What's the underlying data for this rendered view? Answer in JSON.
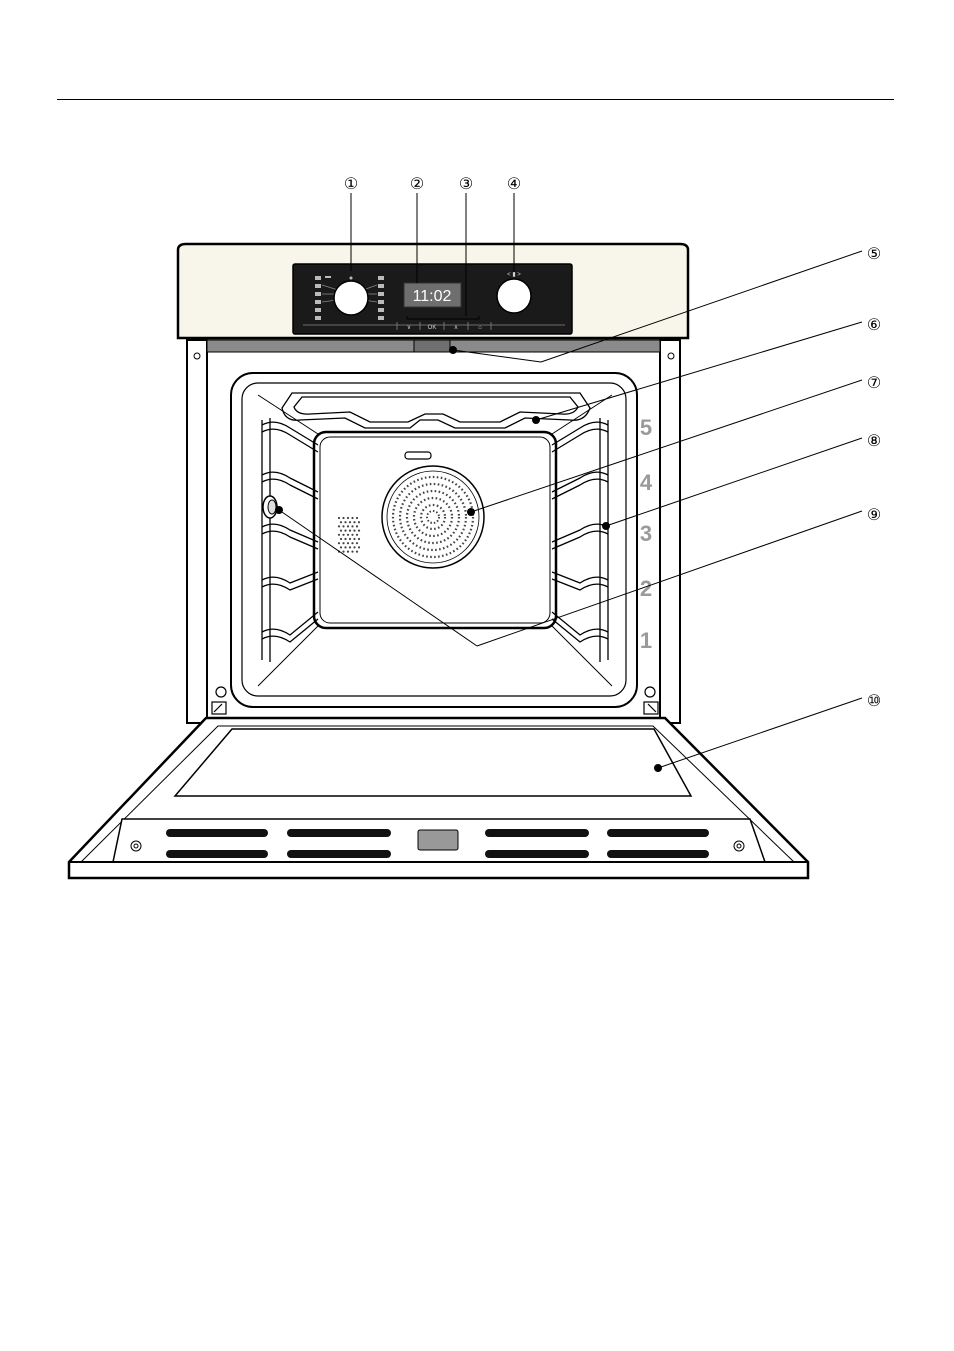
{
  "display": {
    "time": "11:02"
  },
  "control_panel": {
    "button_labels": [
      "∨",
      "OK",
      "∧",
      "⌂"
    ],
    "knob_marks": "< ▮ >"
  },
  "callouts": [
    {
      "label": "①",
      "target": "function-selector-knob"
    },
    {
      "label": "②",
      "target": "display"
    },
    {
      "label": "③",
      "target": "sensor-controls"
    },
    {
      "label": "④",
      "target": "temperature-selector-knob"
    },
    {
      "label": "⑤",
      "target": "door-lock-sensor"
    },
    {
      "label": "⑥",
      "target": "top-heating-element"
    },
    {
      "label": "⑦",
      "target": "fan-cover"
    },
    {
      "label": "⑧",
      "target": "side-runners"
    },
    {
      "label": "⑨",
      "target": "socket-and-light"
    },
    {
      "label": "⑩",
      "target": "oven-door"
    }
  ],
  "shelf_levels": [
    "5",
    "4",
    "3",
    "2",
    "1"
  ]
}
